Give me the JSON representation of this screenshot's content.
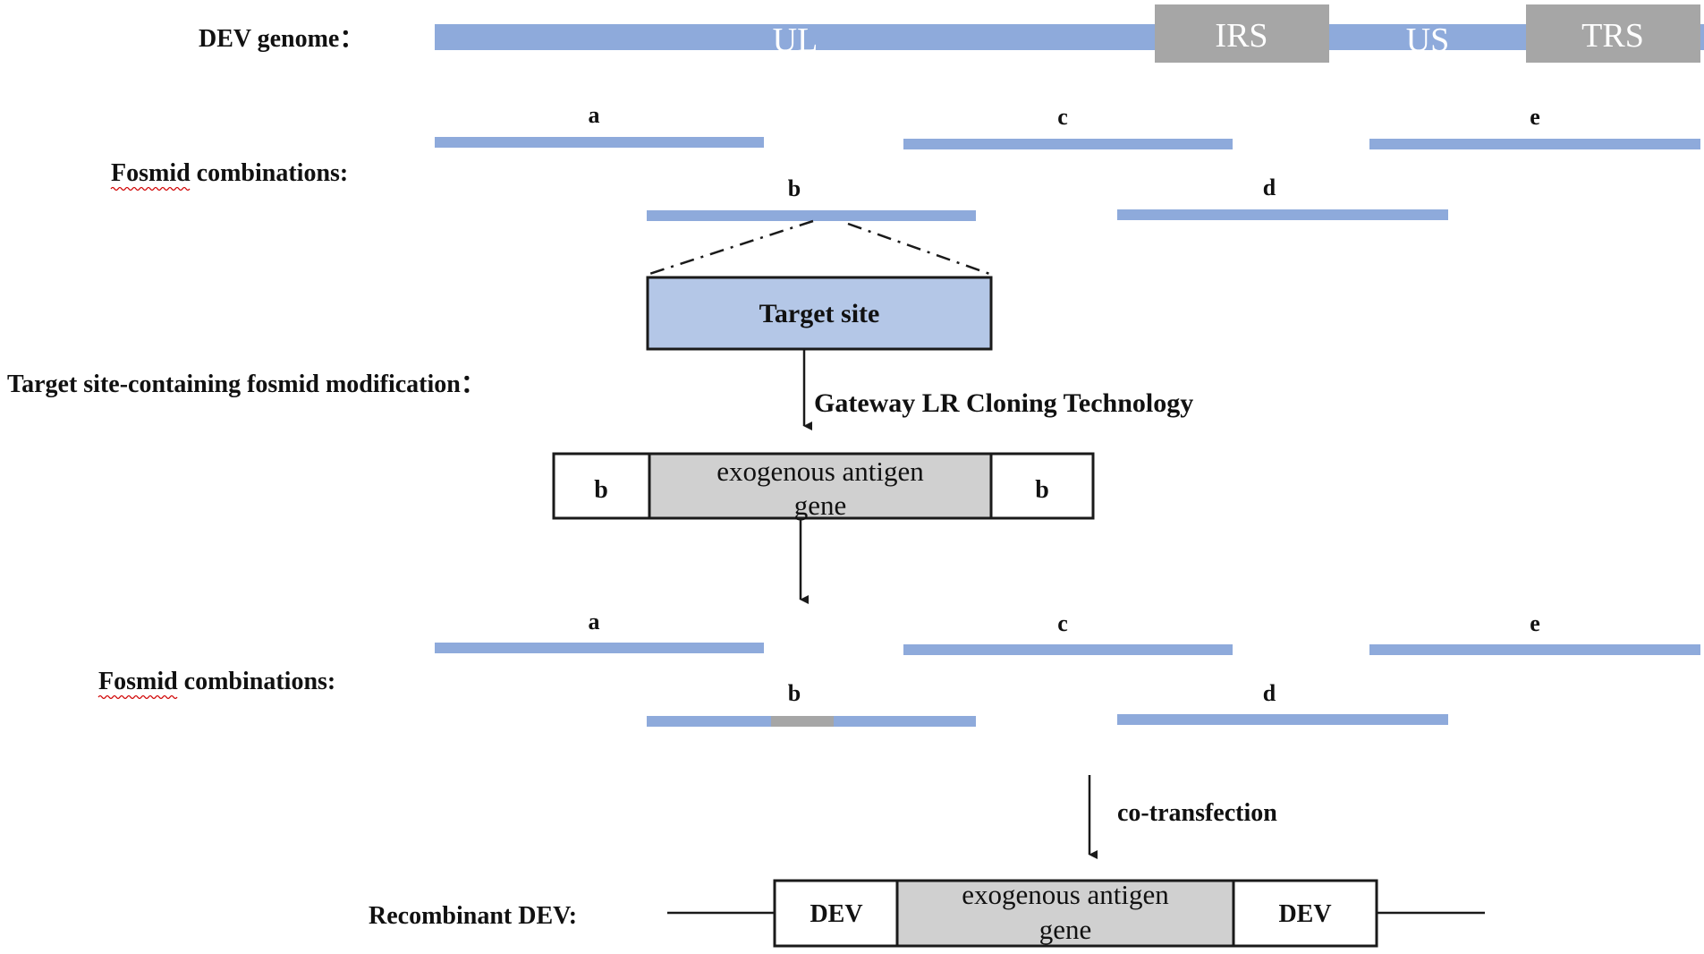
{
  "colors": {
    "fosmid_blue": "#8eaadb",
    "target_site_fill": "#b4c7e7",
    "repeat_gray": "#a6a6a6",
    "insert_gray": "#d0d0d0",
    "line": "#1a1a1a"
  },
  "labels": {
    "dev_genome": "DEV genome：",
    "fosmid_combinations": "Fosmid combinations:",
    "target_modification": "Target site-containing fosmid modification：",
    "recombinant_dev": "Recombinant DEV:"
  },
  "genome_segments": {
    "ul": "UL",
    "irs": "IRS",
    "us": "US",
    "trs": "TRS"
  },
  "fosmids": {
    "a": "a",
    "b": "b",
    "c": "c",
    "d": "d",
    "e": "e"
  },
  "target_site": "Target site",
  "gateway_step": "Gateway LR Cloning Technology",
  "construct": {
    "flank": "b",
    "insert_line1": "exogenous antigen",
    "insert_line2": "gene"
  },
  "cotransfection": "co-transfection",
  "recombinant": {
    "flank": "DEV",
    "insert_line1": "exogenous antigen",
    "insert_line2": "gene"
  }
}
